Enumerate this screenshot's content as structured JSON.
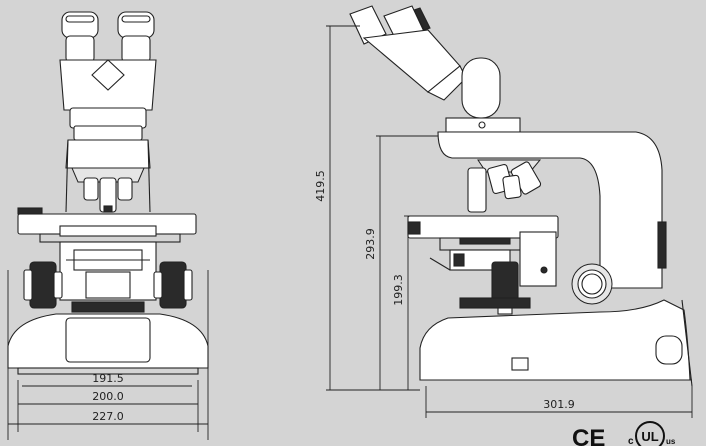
{
  "dimensions": {
    "width_inner": "191.5",
    "width_mid": "200.0",
    "width_outer": "227.0",
    "height_total": "419.5",
    "height_stage": "293.9",
    "height_focus": "199.3",
    "depth": "301.9"
  },
  "certification": {
    "ce_mark": "CE",
    "ul_mark": "UL",
    "ul_prefix": "c",
    "ul_suffix": "us"
  }
}
